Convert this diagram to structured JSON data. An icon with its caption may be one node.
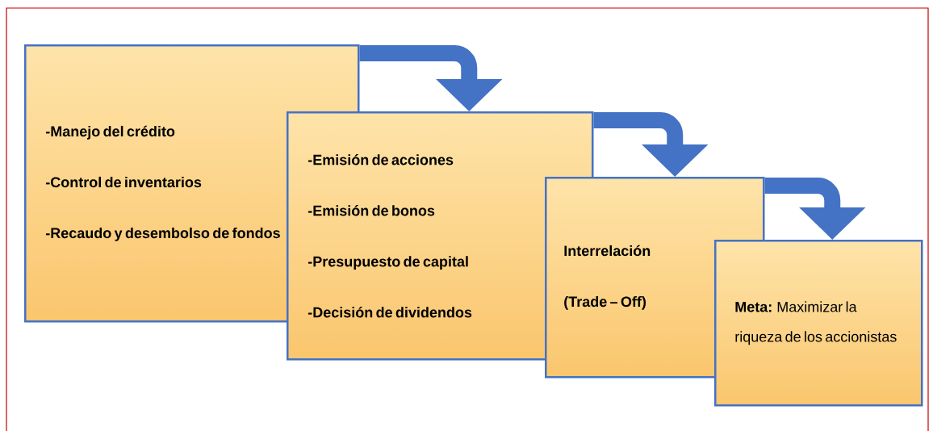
{
  "diagram": {
    "nodes": [
      {
        "text": [
          "-Manejo del crédito",
          "-Control de inventarios",
          "-Recaudo y desembolso de fondos"
        ]
      },
      {
        "text": [
          "-Emisión de acciones",
          "-Emisión de bonos",
          "-Presupuesto de capital",
          "-Decisión de dividendos"
        ]
      },
      {
        "text": [
          "Interrelación",
          "(Trade – Off)"
        ]
      },
      {
        "text": [
          "**Meta:** Maximizar la riqueza de los accionistas"
        ]
      }
    ],
    "edges": [
      {
        "from": 0,
        "to": 1,
        "arrow": "to"
      },
      {
        "from": 1,
        "to": 2,
        "arrow": "to"
      },
      {
        "from": 2,
        "to": 3,
        "arrow": "to"
      }
    ]
  }
}
